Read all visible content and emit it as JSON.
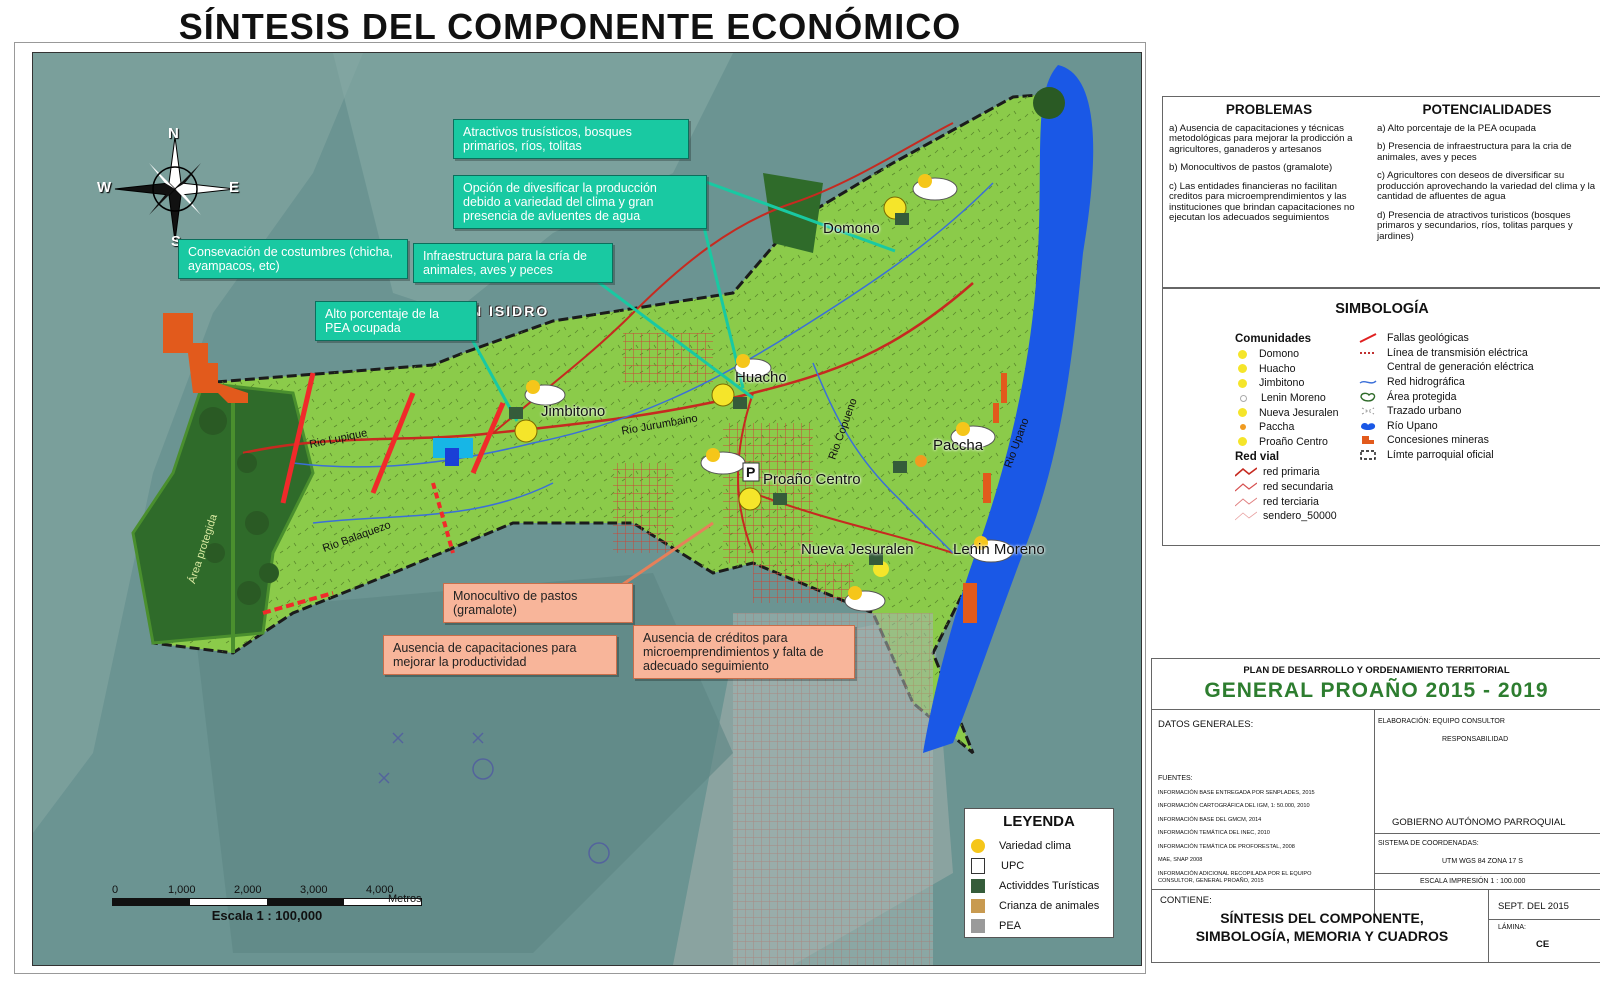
{
  "title": "SÍNTESIS DEL COMPONENTE ECONÓMICO",
  "compass": {
    "n": "N",
    "s": "S",
    "e": "E",
    "w": "W"
  },
  "map_labels": {
    "san_isidro": "N ISIDRO",
    "places": [
      "Domono",
      "Huacho",
      "Jimbitono",
      "Pacchа",
      "Proaño Centro",
      "Nueva Jesuralen",
      "Lenin Moreno"
    ],
    "rivers": [
      "Rio Lupique",
      "Rio Jurumbaino",
      "Rio Copueno",
      "Rio Balaquezo",
      "Rio Upano",
      "Área protegida"
    ]
  },
  "callouts": {
    "atractivos": "Atractivos trusísticos, bosques primarios, ríos, tolitas",
    "opcion": "Opción de divesificar la producción debido a variedad del clima y gran presencia de avluentes de agua",
    "conservacion": "Consevación de costumbres (chicha, ayampacos, etc)",
    "infraestructura": "Infraestructura para la cría de animales, aves y peces",
    "pea": "Alto porcentaje de la PEA ocupada",
    "monocultivo": "Monocultivo de pastos (gramalote)",
    "capacitaciones": "Ausencia de capacitaciones para mejorar la productividad",
    "creditos": "Ausencia de créditos para microemprendimientos y falta de adecuado seguimiento"
  },
  "scale": {
    "ticks": [
      "0",
      "1,000",
      "2,000",
      "3,000",
      "4,000"
    ],
    "unit": "Metros",
    "label": "Escala  1 : 100,000"
  },
  "leyenda": {
    "title": "LEYENDA",
    "items": [
      "Variedad clima",
      "UPC",
      "Actividdes Turísticas",
      "Crianza de animales",
      "PEA"
    ]
  },
  "problemas": {
    "title": "PROBLEMAS",
    "items": [
      "a) Ausencia de capacitaciones y técnicas metodológicas para mejorar la prodicción a agricultores, ganaderos y artesanos",
      "b) Monocultivos de pastos (gramalote)",
      "c) Las entidades financieras no facilitan creditos para  microemprendimientos y las instituciones que brindan capacitaciones no ejecutan los adecuados seguimientos"
    ]
  },
  "potencialidades": {
    "title": "POTENCIALIDADES",
    "items": [
      "a) Alto porcentaje de la PEA ocupada",
      "b) Presencia de infraestructura para la cria de animales, aves y peces",
      "c) Agricultores con deseos de diversificar su producción aprovechando la variedad del clima y la cantidad de afluentes de agua",
      "d) Presencia de atractivos turisticos (bosques primaros y secundarios, ríos, tolitas parques y jardines)"
    ]
  },
  "simbologia": {
    "title": "SIMBOLOGÍA",
    "comunidades_title": "Comunidades",
    "comunidades": [
      "Domono",
      "Huacho",
      "Jimbitono",
      "Lenin Moreno",
      "Nueva Jesuralen",
      "Paccha",
      "Proaño Centro"
    ],
    "red_vial_title": "Red vial",
    "red_vial": [
      "red primaria",
      "red secundaria",
      "red terciaria",
      "sendero_50000"
    ],
    "otros": [
      "Fallas geológicas",
      "Línea de transmisión eléctrica",
      "Central de generación eléctrica",
      "Red hidrográfica",
      "Área protegida",
      "Trazado urbano",
      "Río Upano",
      "Concesiones mineras",
      "Límte parroquial oficial"
    ]
  },
  "cajetin": {
    "line1": "PLAN DE DESARROLLO  Y  ORDENAMIENTO TERRITORIAL",
    "line2": "GENERAL PROAÑO   2015 - 2019",
    "datos": "DATOS GENERALES:",
    "elaboracion": "ELABORACIÓN:  EQUIPO CONSULTOR",
    "responsabilidad": "RESPONSABILIDAD",
    "gobierno": "GOBIERNO AUTÓNOMO PARROQUIAL",
    "sistema": "SISTEMA DE COORDENADAS:",
    "utm": "UTM  WGS 84  ZONA  17 S",
    "escala": "ESCALA  IMPRESIÓN  1 : 100.000",
    "fuentes_title": "FUENTES:",
    "fuentes": [
      "INFORMACIÓN BASE ENTREGADA POR SENPLADES, 2015",
      "INFORMACIÓN CARTOGRÁFICA DEL IGM, 1: 50.000, 2010",
      "INFORMACIÓN BASE DEL GMCM, 2014",
      "INFORMACIÓN TEMÁTICA DEL INEC, 2010",
      "INFORMACIÓN TEMÁTICA DE PROFORESTAL, 2008",
      "MAE, SNAP 2008",
      "INFORMACIÓN ADICIONAL RECOPILADA POR EL EQUIPO",
      "CONSULTOR, GENERAL PROAÑO, 2015"
    ],
    "contiene": "CONTIENE:",
    "contenido1": "SÍNTESIS DEL COMPONENTE,",
    "contenido2": "SIMBOLOGÍA, MEMORIA Y CUADROS",
    "fecha": "SEPT. DEL 2015",
    "lamina": "LÁMINA:",
    "codigo": "CE"
  },
  "colors": {
    "parish": "#8bcb4a",
    "river": "#1a58e6",
    "callout_green": "#19c9a2",
    "callout_orange": "#f8b59a",
    "road": "#d62020"
  }
}
